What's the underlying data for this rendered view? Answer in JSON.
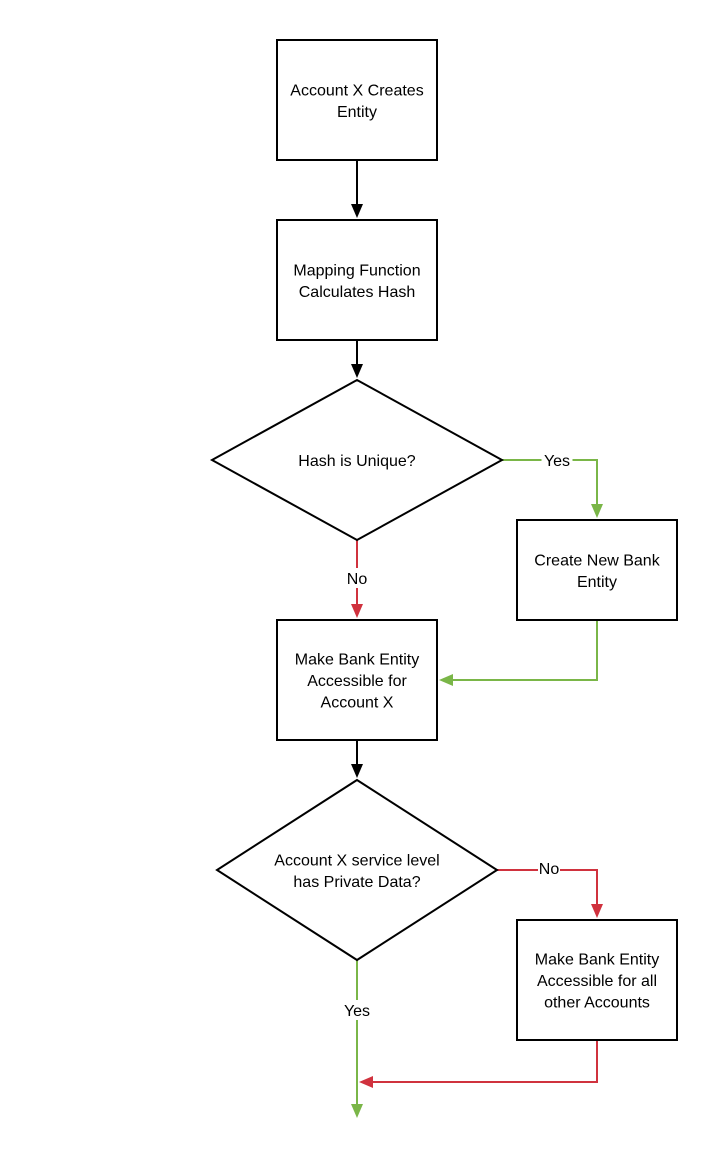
{
  "colors": {
    "line_default": "#000000",
    "line_yes": "#7ab648",
    "line_no": "#d0323e",
    "background": "#ffffff"
  },
  "nodes": [
    {
      "id": "account-x-creates-entity",
      "type": "process",
      "lines": [
        "Account X Creates",
        "Entity"
      ]
    },
    {
      "id": "mapping-function",
      "type": "process",
      "lines": [
        "Mapping Function",
        "Calculates Hash"
      ]
    },
    {
      "id": "hash-unique",
      "type": "decision",
      "lines": [
        "Hash is Unique?"
      ]
    },
    {
      "id": "create-new-bank-entity",
      "type": "process",
      "lines": [
        "Create New Bank",
        "Entity"
      ]
    },
    {
      "id": "make-accessible-account-x",
      "type": "process",
      "lines": [
        "Make Bank Entity",
        "Accessible for",
        "Account X"
      ]
    },
    {
      "id": "private-data-decision",
      "type": "decision",
      "lines": [
        "Account X service level",
        "has Private Data?"
      ]
    },
    {
      "id": "make-accessible-all",
      "type": "process",
      "lines": [
        "Make Bank Entity",
        "Accessible for all",
        "other Accounts"
      ]
    }
  ],
  "edges": [
    {
      "id": "e1",
      "from": "account-x-creates-entity",
      "to": "mapping-function",
      "label": "",
      "color": "#000000"
    },
    {
      "id": "e2",
      "from": "mapping-function",
      "to": "hash-unique",
      "label": "",
      "color": "#000000"
    },
    {
      "id": "e3",
      "from": "hash-unique",
      "to": "create-new-bank-entity",
      "label": "Yes",
      "color": "#7ab648"
    },
    {
      "id": "e4",
      "from": "hash-unique",
      "to": "make-accessible-account-x",
      "label": "No",
      "color": "#d0323e"
    },
    {
      "id": "e5",
      "from": "create-new-bank-entity",
      "to": "make-accessible-account-x",
      "label": "",
      "color": "#7ab648"
    },
    {
      "id": "e6",
      "from": "make-accessible-account-x",
      "to": "private-data-decision",
      "label": "",
      "color": "#000000"
    },
    {
      "id": "e7",
      "from": "private-data-decision",
      "to": "make-accessible-all",
      "label": "No",
      "color": "#d0323e"
    },
    {
      "id": "e8",
      "from": "private-data-decision",
      "to": "end",
      "label": "Yes",
      "color": "#7ab648"
    },
    {
      "id": "e9",
      "from": "make-accessible-all",
      "to": "end",
      "label": "",
      "color": "#d0323e"
    }
  ]
}
